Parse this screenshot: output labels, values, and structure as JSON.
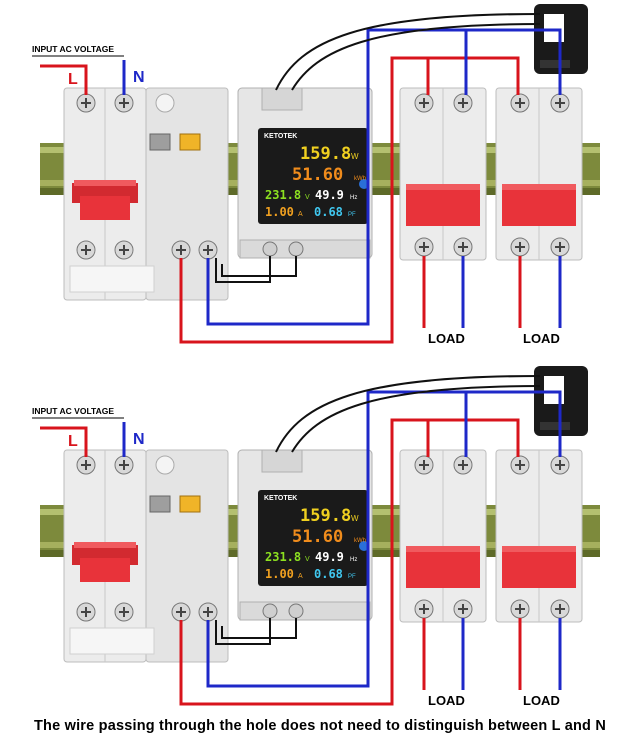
{
  "panels": [
    {
      "input_label": "INPUT AC VOLTAGE",
      "line_label": "L",
      "neutral_label": "N",
      "meter": {
        "brand": "KETOTEK",
        "power": "159.8",
        "power_unit": "W",
        "energy": "51.60",
        "energy_unit": "kWh",
        "voltage": "231.8",
        "voltage_unit": "V",
        "frequency": "49.9",
        "frequency_unit": "Hz",
        "current": "1.00",
        "current_unit": "A",
        "power_factor": "0.68",
        "power_factor_unit": "PF"
      },
      "load_labels": [
        "LOAD",
        "LOAD"
      ]
    },
    {
      "input_label": "INPUT AC VOLTAGE",
      "line_label": "L",
      "neutral_label": "N",
      "meter": {
        "brand": "KETOTEK",
        "power": "159.8",
        "power_unit": "W",
        "energy": "51.60",
        "energy_unit": "kWh",
        "voltage": "231.8",
        "voltage_unit": "V",
        "frequency": "49.9",
        "frequency_unit": "Hz",
        "current": "1.00",
        "current_unit": "A",
        "power_factor": "0.68",
        "power_factor_unit": "PF"
      },
      "load_labels": [
        "LOAD",
        "LOAD"
      ]
    }
  ],
  "caption": "The wire passing through the hole does not need to distinguish between L and N",
  "colors": {
    "line_wire": "#d8141c",
    "neutral_wire": "#1e28c8",
    "meter_wire": "#111111",
    "breaker_handle": "#e8333a",
    "din_rail": "#8a9a3a",
    "display_power": "#f0d020",
    "display_energy": "#f08c1c",
    "display_voltage": "#8ce020",
    "display_frequency": "#ffffff",
    "display_current": "#f0a020",
    "display_pf": "#40c8f0"
  }
}
